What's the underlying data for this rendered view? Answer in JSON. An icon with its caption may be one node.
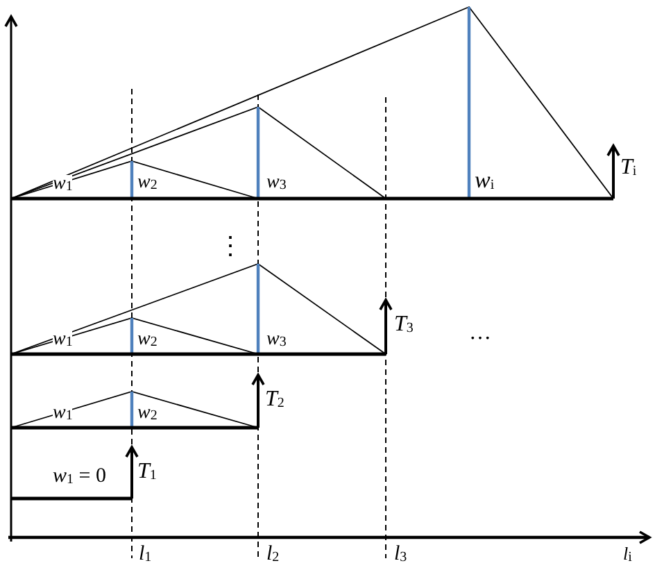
{
  "diagram": {
    "labels": [
      "*w*$_{1}$",
      "*w*$_{2}$",
      "*w*$_{3}$",
      "*w*$_{i}$",
      "*T*$_{i}$",
      "⋮",
      "*T*$_{3}$",
      "…",
      "*w*$_{1}$",
      "*w*$_{2}$",
      "*w*$_{3}$",
      "*T*$_{2}$",
      "*w*$_{1}$",
      "*w*$_{2}$",
      "*w*$_{1}$ = 0",
      "*T*$_{1}$",
      "*l*$_{1}$",
      "*l*$_{2}$",
      "*l*$_{3}$",
      "*l*$_{i}$"
    ]
  }
}
